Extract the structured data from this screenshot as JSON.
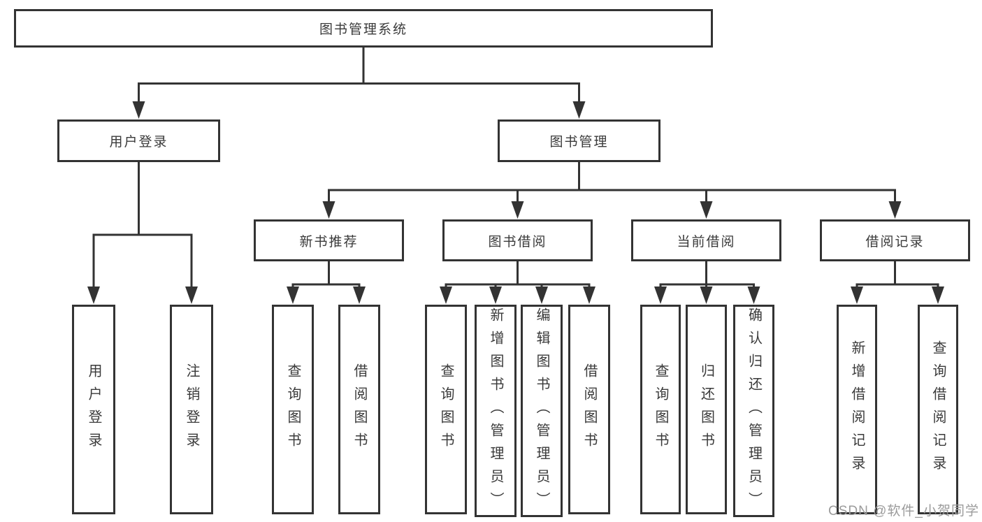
{
  "diagram": {
    "root": {
      "label": "图书管理系统"
    },
    "level2": [
      {
        "label": "用户登录"
      },
      {
        "label": "图书管理"
      }
    ],
    "level3": [
      {
        "label": "新书推荐"
      },
      {
        "label": "图书借阅"
      },
      {
        "label": "当前借阅"
      },
      {
        "label": "借阅记录"
      }
    ],
    "leaves": {
      "user_login": [
        "用户登录",
        "注销登录"
      ],
      "new_book_recommendation": [
        "查询图书",
        "借阅图书"
      ],
      "book_borrowing": [
        "查询图书",
        "新增图书（管理员）",
        "编辑图书（管理员）",
        "借阅图书"
      ],
      "current_borrowing": [
        "查询图书",
        "归还图书",
        "确认归还（管理员）"
      ],
      "borrowing_records": [
        "新增借阅记录",
        "查询借阅记录"
      ]
    }
  },
  "watermark": {
    "text": "CSDN @软件_小贺同学"
  },
  "colors": {
    "line": "#333333",
    "box_border": "#333333",
    "text": "#3a3a3a",
    "watermark": "#9b9b9b",
    "background": "#ffffff"
  }
}
